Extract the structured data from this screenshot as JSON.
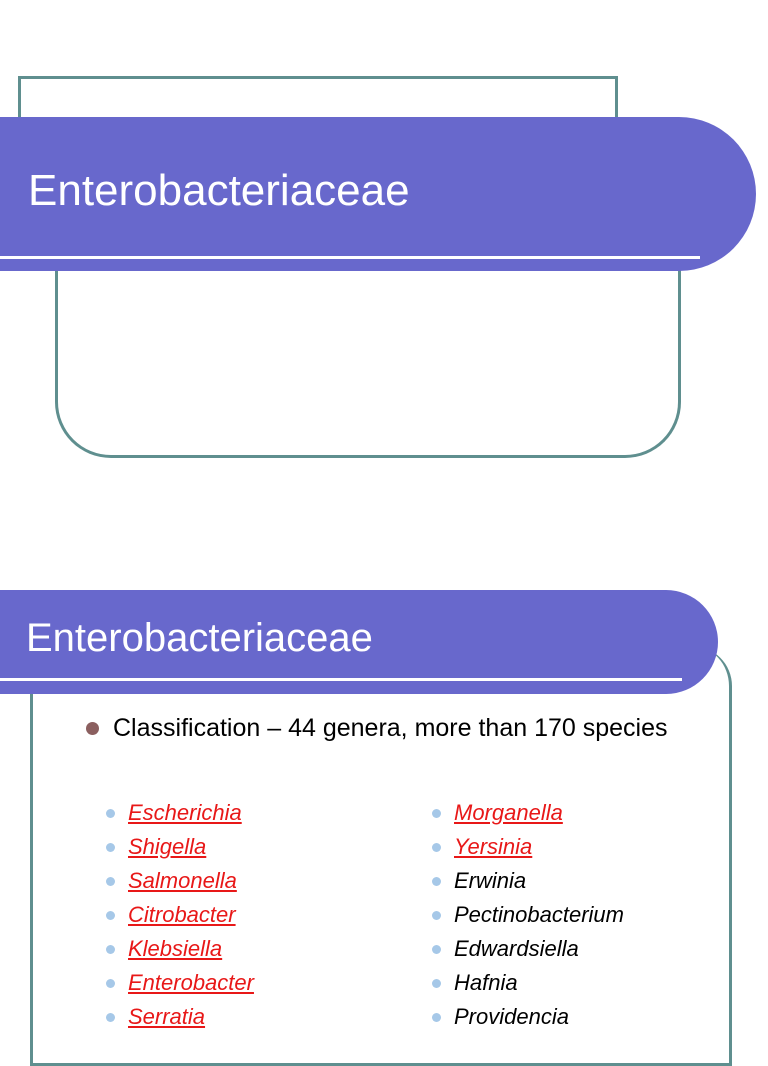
{
  "slide1": {
    "title": "Enterobacteriaceae"
  },
  "slide2": {
    "title": "Enterobacteriaceae",
    "bullet": "Classification – 44 genera, more than 170 species",
    "left_column": [
      {
        "name": "Escherichia",
        "link": true
      },
      {
        "name": "Shigella",
        "link": true
      },
      {
        "name": "Salmonella",
        "link": true
      },
      {
        "name": "Citrobacter",
        "link": true
      },
      {
        "name": "Klebsiella",
        "link": true
      },
      {
        "name": "Enterobacter",
        "link": true
      },
      {
        "name": "Serratia",
        "link": true
      }
    ],
    "right_column": [
      {
        "name": "Morganella",
        "link": true
      },
      {
        "name": "Yersinia",
        "link": true
      },
      {
        "name": "Erwinia",
        "link": false
      },
      {
        "name": "Pectinobacterium",
        "link": false
      },
      {
        "name": "Edwardsiella",
        "link": false
      },
      {
        "name": "Hafnia",
        "link": false
      },
      {
        "name": "Providencia",
        "link": false
      }
    ]
  },
  "colors": {
    "title_band": "#6868cc",
    "frame": "#5f8f8f",
    "link": "#e81818",
    "sub_bullet": "#a6c8e8",
    "main_bullet": "#8b5f5f"
  }
}
